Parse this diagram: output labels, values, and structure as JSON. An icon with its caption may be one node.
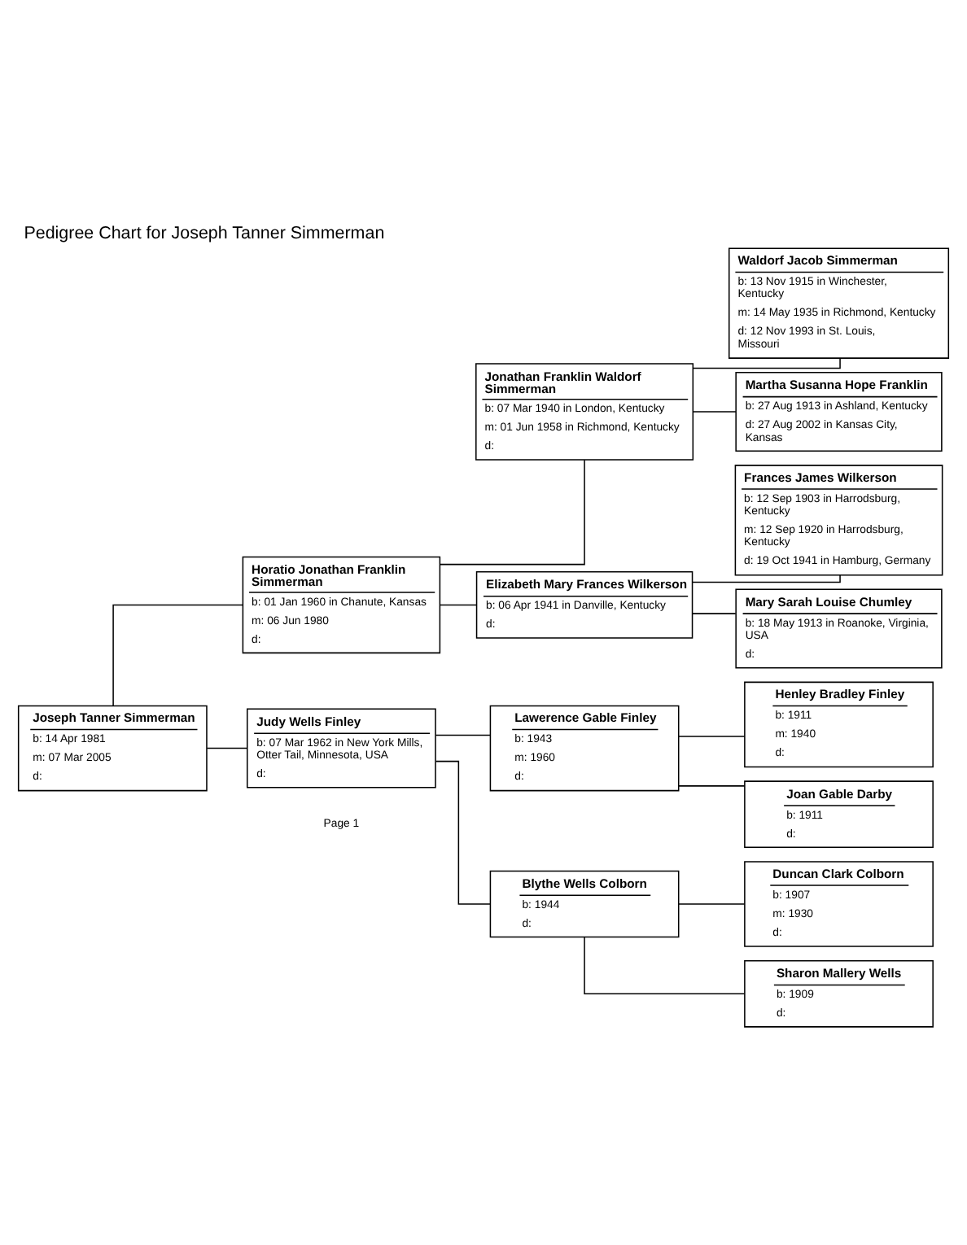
{
  "diagram": {
    "title": "Pedigree Chart for Joseph Tanner Simmerman",
    "nodes": [
      {
        "text": [
          "Joseph Tanner Simmerman",
          "b: 14 Apr 1981",
          "m: 07 Mar 2005",
          "d:"
        ]
      },
      {
        "text": [
          "Horatio Jonathan Franklin Simmerman",
          "b: 01 Jan 1960 in Chanute, Kansas",
          "m: 06 Jun 1980",
          "d:"
        ]
      },
      {
        "text": [
          "Judy Wells Finley",
          "b: 07 Mar 1962 in New York Mills, Otter Tail, Minnesota, USA",
          "d:"
        ]
      },
      {
        "text": [
          "Jonathan Franklin Waldorf Simmerman",
          "b: 07 Mar 1940 in London, Kentucky",
          "m: 01 Jun 1958 in Richmond, Kentucky",
          "d:"
        ]
      },
      {
        "text": [
          "Elizabeth Mary Frances Wilkerson",
          "b: 06 Apr 1941 in Danville, Kentucky",
          "d:"
        ]
      },
      {
        "text": [
          "Lawerence Gable Finley",
          "b: 1943",
          "m: 1960",
          "d:"
        ]
      },
      {
        "text": [
          "Blythe Wells Colborn",
          "b: 1944",
          "d:"
        ]
      },
      {
        "text": [
          "Waldorf Jacob Simmerman",
          "b: 13 Nov 1915 in Winchester, Kentucky",
          "m: 14 May 1935 in Richmond, Kentucky",
          "d: 12 Nov 1993 in St. Louis, Missouri"
        ]
      },
      {
        "text": [
          "Martha Susanna Hope Franklin",
          "b: 27 Aug 1913 in Ashland, Kentucky",
          "d: 27 Aug 2002 in Kansas City, Kansas"
        ]
      },
      {
        "text": [
          "Frances James Wilkerson",
          "b: 12 Sep 1903 in Harrodsburg, Kentucky",
          "m: 12 Sep 1920 in Harrodsburg, Kentucky",
          "d: 19 Oct 1941 in Hamburg, Germany"
        ]
      },
      {
        "text": [
          "Mary Sarah Louise Chumley",
          "b: 18 May 1913 in Roanoke, Virginia, USA",
          "d:"
        ]
      },
      {
        "text": [
          "Henley Bradley Finley",
          "b: 1911",
          "m: 1940",
          "d:"
        ]
      },
      {
        "text": [
          "Joan Gable Darby",
          "b: 1911",
          "d:"
        ]
      },
      {
        "text": [
          "Duncan Clark Colborn",
          "b: 1907",
          "m: 1930",
          "d:"
        ]
      },
      {
        "text": [
          "Sharon Mallery Wells",
          "b: 1909",
          "d:"
        ]
      }
    ],
    "edges": [
      {
        "from": 0,
        "to": 1,
        "arrow": "none"
      },
      {
        "from": 0,
        "to": 2,
        "arrow": "none"
      },
      {
        "from": 1,
        "to": 3,
        "arrow": "none"
      },
      {
        "from": 1,
        "to": 4,
        "arrow": "none"
      },
      {
        "from": 2,
        "to": 5,
        "arrow": "none"
      },
      {
        "from": 2,
        "to": 6,
        "arrow": "none"
      },
      {
        "from": 3,
        "to": 7,
        "arrow": "none"
      },
      {
        "from": 3,
        "to": 8,
        "arrow": "none"
      },
      {
        "from": 4,
        "to": 9,
        "arrow": "none"
      },
      {
        "from": 4,
        "to": 10,
        "arrow": "none"
      },
      {
        "from": 5,
        "to": 11,
        "arrow": "none"
      },
      {
        "from": 5,
        "to": 12,
        "arrow": "none"
      },
      {
        "from": 6,
        "to": 13,
        "arrow": "none"
      },
      {
        "from": 6,
        "to": 14,
        "arrow": "none"
      }
    ],
    "labels": [
      "Page 1"
    ]
  }
}
